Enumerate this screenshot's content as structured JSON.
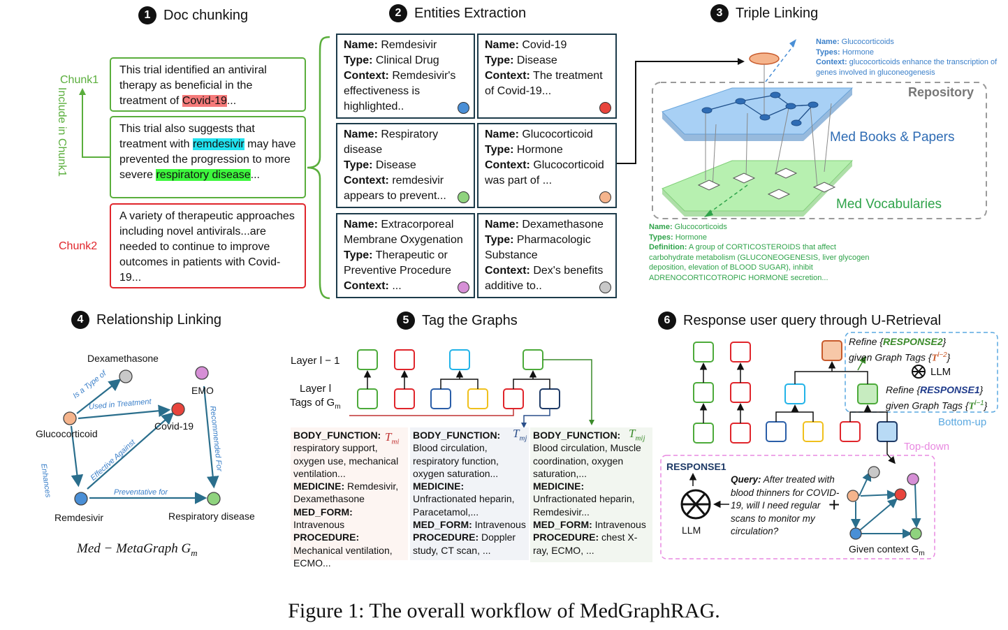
{
  "sections": {
    "s1": {
      "num": "1",
      "title": "Doc chunking"
    },
    "s2": {
      "num": "2",
      "title": "Entities Extraction"
    },
    "s3": {
      "num": "3",
      "title": "Triple Linking"
    },
    "s4": {
      "num": "4",
      "title": "Relationship Linking"
    },
    "s5": {
      "num": "5",
      "title": "Tag the Graphs"
    },
    "s6": {
      "num": "6",
      "title": "Response user query through U-Retrieval"
    }
  },
  "chunking": {
    "chunk1_label": "Chunk1",
    "chunk2_label": "Chunk2",
    "include_label": "Include in Chunk1",
    "box1": {
      "pre": "This trial identified an antiviral therapy as beneficial in the treatment of ",
      "hl": "Covid-19",
      "post": "..."
    },
    "box2": {
      "pre": "This trial also suggests that treatment with ",
      "hl1": "remdesivir",
      "mid": " may have prevented the progression to more severe ",
      "hl2": "respiratory disease",
      "post": "..."
    },
    "box3": {
      "text": "A variety of therapeutic approaches including novel antivirals...are needed to continue to improve outcomes in patients with Covid-19..."
    }
  },
  "entities": [
    {
      "name_k": "Name:",
      "name": " Remdesivir",
      "type_k": "Type:",
      "type": " Clinical Drug",
      "ctx_k": "Context:",
      "ctx": " Remdesivir's effectiveness is highlighted..",
      "dot": "#4a8fd6"
    },
    {
      "name_k": "Name:",
      "name": " Covid-19",
      "type_k": "Type:",
      "type": " Disease",
      "ctx_k": "Context:",
      "ctx": " The treatment of Covid-19...",
      "dot": "#e8443c"
    },
    {
      "name_k": "Name:",
      "name": " Respiratory disease",
      "type_k": "Type:",
      "type": " Disease",
      "ctx_k": "Context:",
      "ctx": " remdesivir appears to prevent...",
      "dot": "#8fd37e"
    },
    {
      "name_k": "Name:",
      "name": " Glucocorticoid",
      "type_k": "Type:",
      "type": " Hormone",
      "ctx_k": "Context:",
      "ctx": " Glucocorticoid was part of ...",
      "dot": "#f5b48c"
    },
    {
      "name_k": "Name:",
      "name": " Extracorporeal Membrane Oxygenation",
      "type_k": "Type:",
      "type": " Therapeutic or Preventive Procedure",
      "ctx_k": "Context:",
      "ctx": " ...",
      "dot": "#d68fd6"
    },
    {
      "name_k": "Name:",
      "name": " Dexamethasone",
      "type_k": "Type:",
      "type": " Pharmacologic Substance",
      "ctx_k": "Context:",
      "ctx": " Dex's benefits additive to..",
      "dot": "#c8c8c8"
    }
  ],
  "triple": {
    "repository_label": "Repository",
    "books_label": "Med Books & Papers",
    "vocab_label": "Med Vocabularies",
    "top_note": {
      "name_k": "Name:",
      "name": " Glucocorticoids",
      "types_k": "Types:",
      "types": " Hormone",
      "ctx_k": "Context:",
      "ctx": " glucocorticoids enhance the transcription of genes involved in gluconeogenesis"
    },
    "bottom_note": {
      "name_k": "Name:",
      "name": " Glucocorticoids",
      "types_k": "Types:",
      "types": " Hormone",
      "def_k": "Definition:",
      "def": " A group of CORTICOSTEROIDS that affect carbohydrate metabolism (GLUCONEOGENESIS, liver glycogen deposition, elevation of BLOOD SUGAR), inhibit ADRENOCORTICOTROPIC HORMONE secretion..."
    }
  },
  "relationship": {
    "nodes": {
      "dex": "Dexamethasone",
      "emo": "EMO",
      "gluco": "Glucocorticoid",
      "covid": "Covid-19",
      "remd": "Remdesivir",
      "resp": "Respiratory disease"
    },
    "edges": {
      "is_type": "Is a Type of",
      "used_in": "Used in Treatment",
      "recommended": "Recommended For",
      "enhances": "Enhances",
      "effective": "Effective Against",
      "preventative": "Preventative for"
    },
    "caption": "Med − MetaGraph G",
    "caption_sub": "m"
  },
  "tags": {
    "layer_l1": "Layer l − 1",
    "layer_l": "Layer l",
    "tags_of": "Tags of G",
    "tags_of_sub": "m",
    "t_i": "T",
    "t_i_sub": "mi",
    "t_j": "T",
    "t_j_sub": "mj",
    "t_ij": "T",
    "t_ij_sub": "mij",
    "col1": [
      {
        "k": "BODY_FUNCTION:",
        "v": ""
      },
      {
        "k": "",
        "v": "respiratory support, oxygen use, mechanical ventilation..."
      },
      {
        "k": "MEDICINE:",
        "v": " Remdesivir, Dexamethasone"
      },
      {
        "k": "MED_FORM:",
        "v": " Intravenous"
      },
      {
        "k": "PROCEDURE:",
        "v": ""
      },
      {
        "k": "",
        "v": "Mechanical ventilation, ECMO..."
      }
    ],
    "col2": [
      {
        "k": "BODY_FUNCTION:",
        "v": ""
      },
      {
        "k": "",
        "v": "Blood circulation, respiratory function, oxygen saturation..."
      },
      {
        "k": "MEDICINE:",
        "v": ""
      },
      {
        "k": "",
        "v": "Unfractionated heparin, Paracetamol,..."
      },
      {
        "k": "MED_FORM:",
        "v": " Intravenous"
      },
      {
        "k": "PROCEDURE:",
        "v": " Doppler study, CT scan, ..."
      }
    ],
    "col3": [
      {
        "k": "BODY_FUNCTION:",
        "v": ""
      },
      {
        "k": "",
        "v": "Blood circulation, Muscle coordination, oxygen saturation,..."
      },
      {
        "k": "MEDICINE:",
        "v": ""
      },
      {
        "k": "",
        "v": "Unfractionated heparin, Remdesivir..."
      },
      {
        "k": "MED_FORM:",
        "v": " Intravenous"
      },
      {
        "k": "PROCEDURE:",
        "v": " chest X-ray, ECMO, ..."
      }
    ]
  },
  "retrieval": {
    "refine2_a": "Refine {",
    "refine2_b": "RESPONSE2",
    "refine2_c": "}",
    "refine2_d": "given Graph Tags {",
    "refine2_e": "T",
    "refine2_f": "l−2",
    "refine2_g": "}",
    "llm": "LLM",
    "refine1_a": "Refine {",
    "refine1_b": "RESPONSE1",
    "refine1_c": "}",
    "refine1_d": "given Graph Tags {",
    "refine1_e": "T",
    "refine1_f": "l−1",
    "refine1_g": "}",
    "bottom_up": "Bottom-up",
    "top_down": "Top-down",
    "response1": "RESPONSE1",
    "llm2": "LLM",
    "query_k": "Query:",
    "query": " After treated with blood thinners for COVID-19, will I need regular scans to monitor my circulation?",
    "given_context": "Given context G",
    "given_context_sub": "m"
  },
  "caption": "Figure 1: The overall workflow of MedGraphRAG."
}
